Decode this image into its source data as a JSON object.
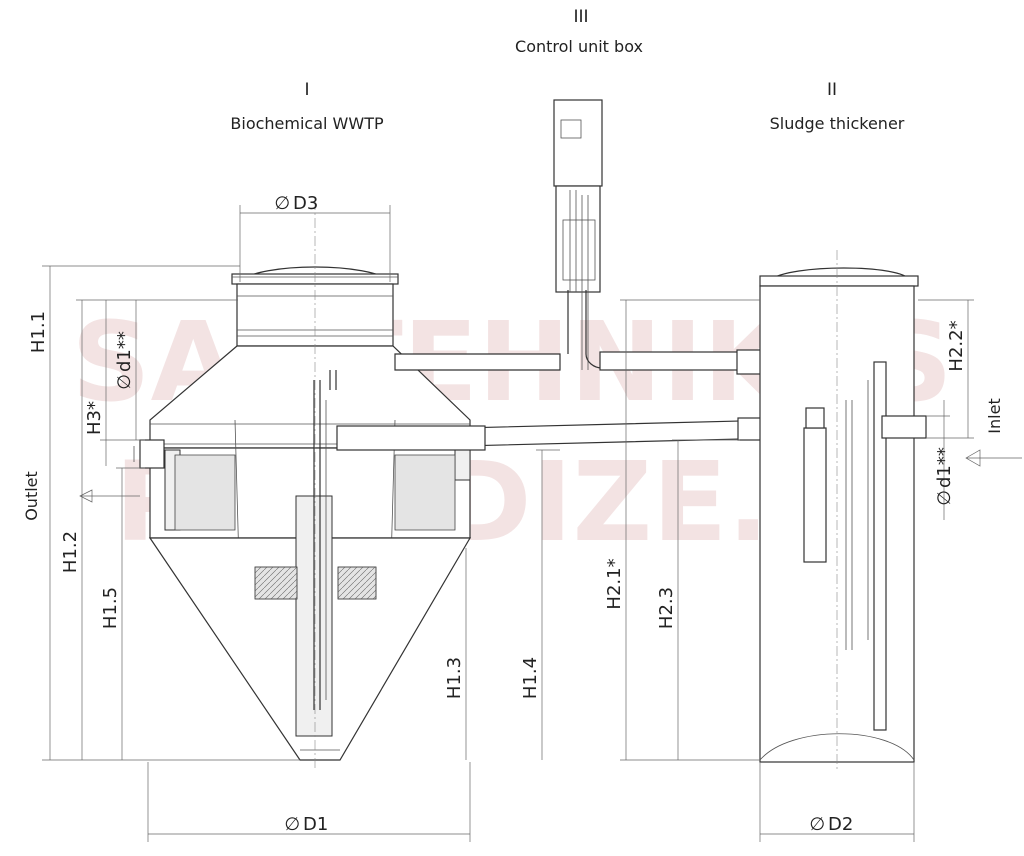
{
  "units": {
    "unit1": {
      "numeral": "I",
      "name": "Biochemical WWTP"
    },
    "unit2": {
      "numeral": "II",
      "name": "Sludge thickener"
    },
    "unit3": {
      "numeral": "III",
      "name": "Control unit box"
    }
  },
  "watermark": {
    "line1": "SANTEHNIKAS",
    "line2": "PARADIZE.LV"
  },
  "dimensions": {
    "d3": "D3",
    "d1": "D1",
    "d2": "D2",
    "d1_outlet": "d1**",
    "d1_inlet": "d1**",
    "h1_1": "H1.1",
    "h1_2": "H1.2",
    "h1_3": "H1.3",
    "h1_4": "H1.4",
    "h1_5": "H1.5",
    "h3": "H3*",
    "h2_1": "H2.1*",
    "h2_2": "H2.2*",
    "h2_3": "H2.3"
  },
  "symbols": {
    "diameter": "∅"
  },
  "flow": {
    "outlet": "Outlet",
    "inlet": "Inlet"
  },
  "colors": {
    "line": "#333333",
    "watermark": "#f3e3e3"
  }
}
